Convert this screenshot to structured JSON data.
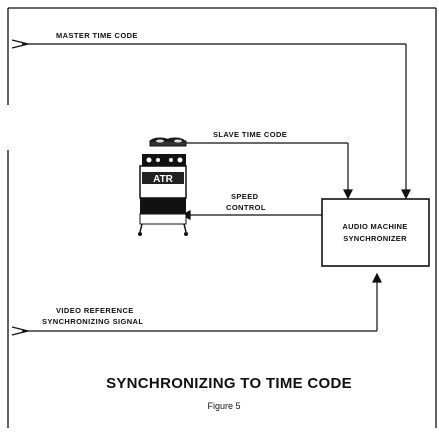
{
  "diagram": {
    "master_time_code": "MASTER TIME CODE",
    "slave_time_code": "SLAVE TIME CODE",
    "speed_control": [
      "SPEED",
      "CONTROL"
    ],
    "atr_label": "ATR",
    "synchronizer": [
      "AUDIO MACHINE",
      "SYNCHRONIZER"
    ],
    "video_reference": [
      "VIDEO REFERENCE",
      "SYNCHRONIZING SIGNAL"
    ],
    "title": "SYNCHRONIZING TO TIME CODE",
    "caption": "Figure 5"
  },
  "colors": {
    "ink": "#111111",
    "paper": "#ffffff"
  }
}
